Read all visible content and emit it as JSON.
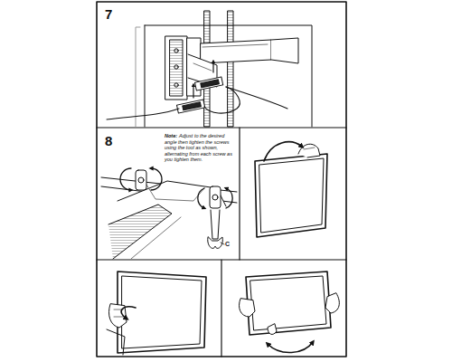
{
  "diagram": {
    "labels": [
      "7",
      "8",
      "Note:",
      "Adjust to the desired angle then tighten the screws using the tool as shown, alternating from each screw as you tighten them.",
      "C"
    ]
  }
}
